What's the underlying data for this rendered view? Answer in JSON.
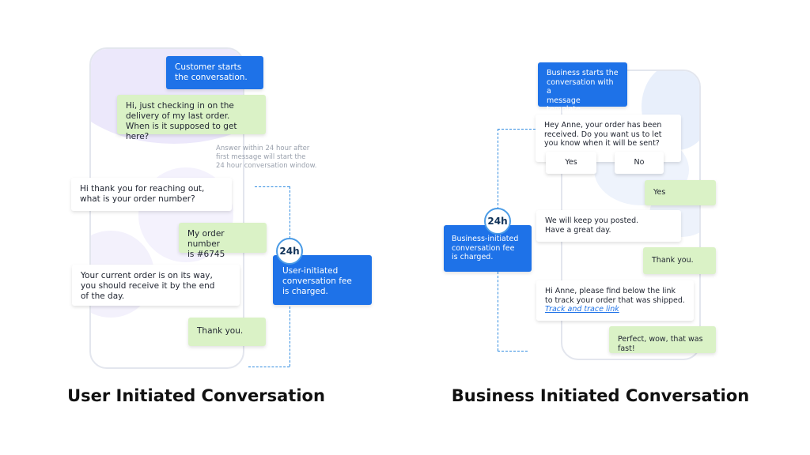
{
  "user_flow": {
    "caption": "User Initiated Conversation",
    "note": "Answer within 24 hour after\nfirst message will start the\n24 hour conversation window.",
    "badge": "24h",
    "fee": "User-initiated\nconversation fee\nis charged.",
    "messages": [
      "Customer starts\nthe conversation.",
      "Hi, just checking in on the\ndelivery of my last order.\nWhen is it supposed to get here?",
      "Hi thank you for reaching out,\nwhat is your order number?",
      "My order number\nis #6745",
      "Your current order is on its way,\nyou should receive it by the end\nof the day.",
      "Thank you."
    ]
  },
  "business_flow": {
    "caption": "Business Initiated Conversation",
    "badge": "24h",
    "fee": "Business-initiated\nconversation fee\nis charged.",
    "messages": [
      "Business starts the\nconversation with a\nmessage template.",
      "Hey Anne, your order has been\nreceived. Do you want us to let\nyou know when it will be sent?",
      "Yes",
      "We will keep you posted.\nHave a great day.",
      "Thank you.",
      "Hi Anne, please find below the link\nto track your order that was shipped.",
      "Perfect, wow, that was fast!"
    ],
    "buttons": {
      "yes": "Yes",
      "no": "No"
    },
    "link": "Track and trace link"
  },
  "colors": {
    "accent_blue": "#1e72e8",
    "customer_green": "#daf2c6",
    "dash_blue": "#2f8be0"
  }
}
